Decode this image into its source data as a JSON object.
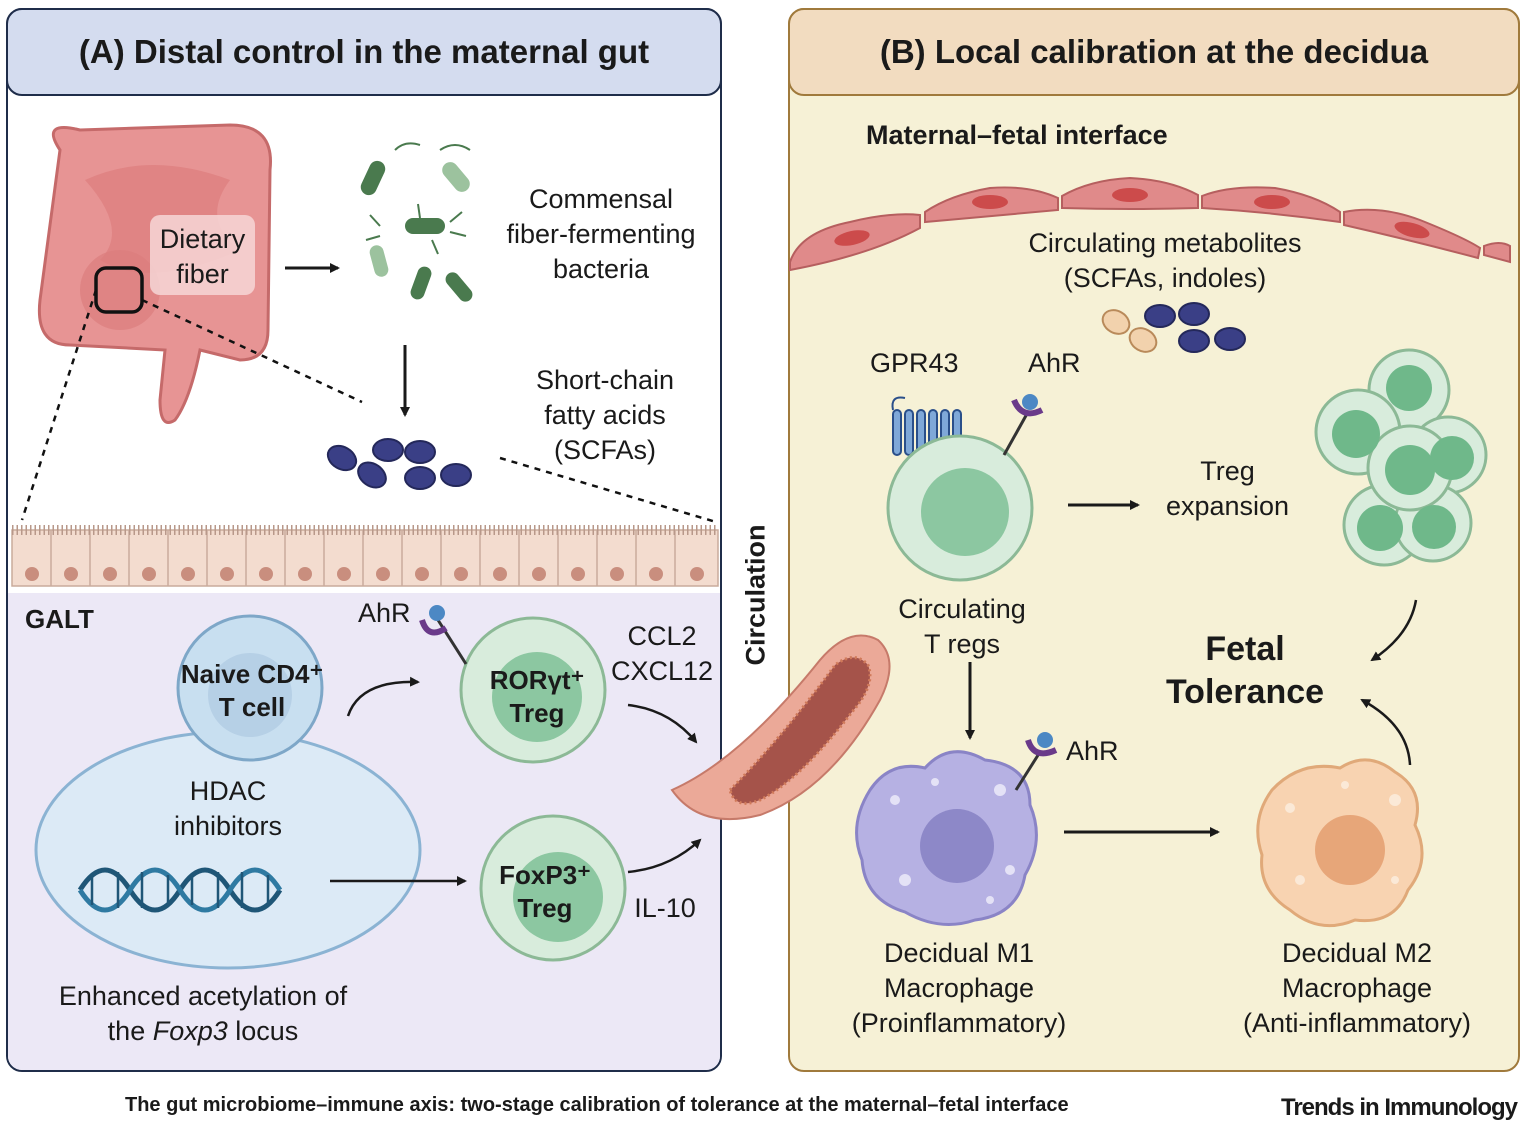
{
  "panel_a": {
    "title": "(A) Distal control in the maternal gut",
    "dietary_fiber": [
      "Dietary",
      "fiber"
    ],
    "bacteria": [
      "Commensal",
      "fiber-fermenting",
      "bacteria"
    ],
    "scfa": [
      "Short-chain",
      "fatty acids",
      "(SCFAs)"
    ],
    "galt": "GALT",
    "ahr": "AhR",
    "naive_cell": [
      "Naive CD4⁺",
      "T cell"
    ],
    "rorgt_treg": [
      "RORγt⁺",
      "Treg"
    ],
    "foxp3_treg": [
      "FoxP3⁺",
      "Treg"
    ],
    "chemokines": [
      "CCL2",
      "CXCL12"
    ],
    "il10": "IL-10",
    "hdac": [
      "HDAC",
      "inhibitors"
    ],
    "acetylation_line1": "Enhanced acetylation of",
    "acetylation_line2_pre": "the ",
    "acetylation_line2_italic": "Foxp3",
    "acetylation_line2_post": " locus"
  },
  "circulation": "Circulation",
  "panel_b": {
    "title": "(B) Local calibration at the decidua",
    "interface": "Maternal–fetal interface",
    "metabolites": [
      "Circulating metabolites",
      "(SCFAs, indoles)"
    ],
    "gpr43": "GPR43",
    "ahr_top": "AhR",
    "treg_expansion": [
      "Treg",
      "expansion"
    ],
    "circulating_tregs": [
      "Circulating",
      "T regs"
    ],
    "fetal_tolerance": [
      "Fetal",
      "Tolerance"
    ],
    "ahr_mac": "AhR",
    "m1": [
      "Decidual M1",
      "Macrophage",
      "(Proinflammatory)"
    ],
    "m2": [
      "Decidual M2",
      "Macrophage",
      "(Anti-inflammatory)"
    ]
  },
  "caption": "The gut microbiome–immune axis: two-stage calibration of tolerance at the maternal–fetal interface",
  "brand": "Trends in Immunology",
  "colors": {
    "panel_a_border": "#1f2d4a",
    "panel_a_header": "#d4dcef",
    "panel_b_border": "#a07a3c",
    "panel_b_header": "#f2dcc0",
    "panel_b_fill": "#f6f1d6",
    "galt_fill": "#ece8f6",
    "treg_green": "#8cc7a1",
    "scfa_navy": "#3a3f86"
  }
}
